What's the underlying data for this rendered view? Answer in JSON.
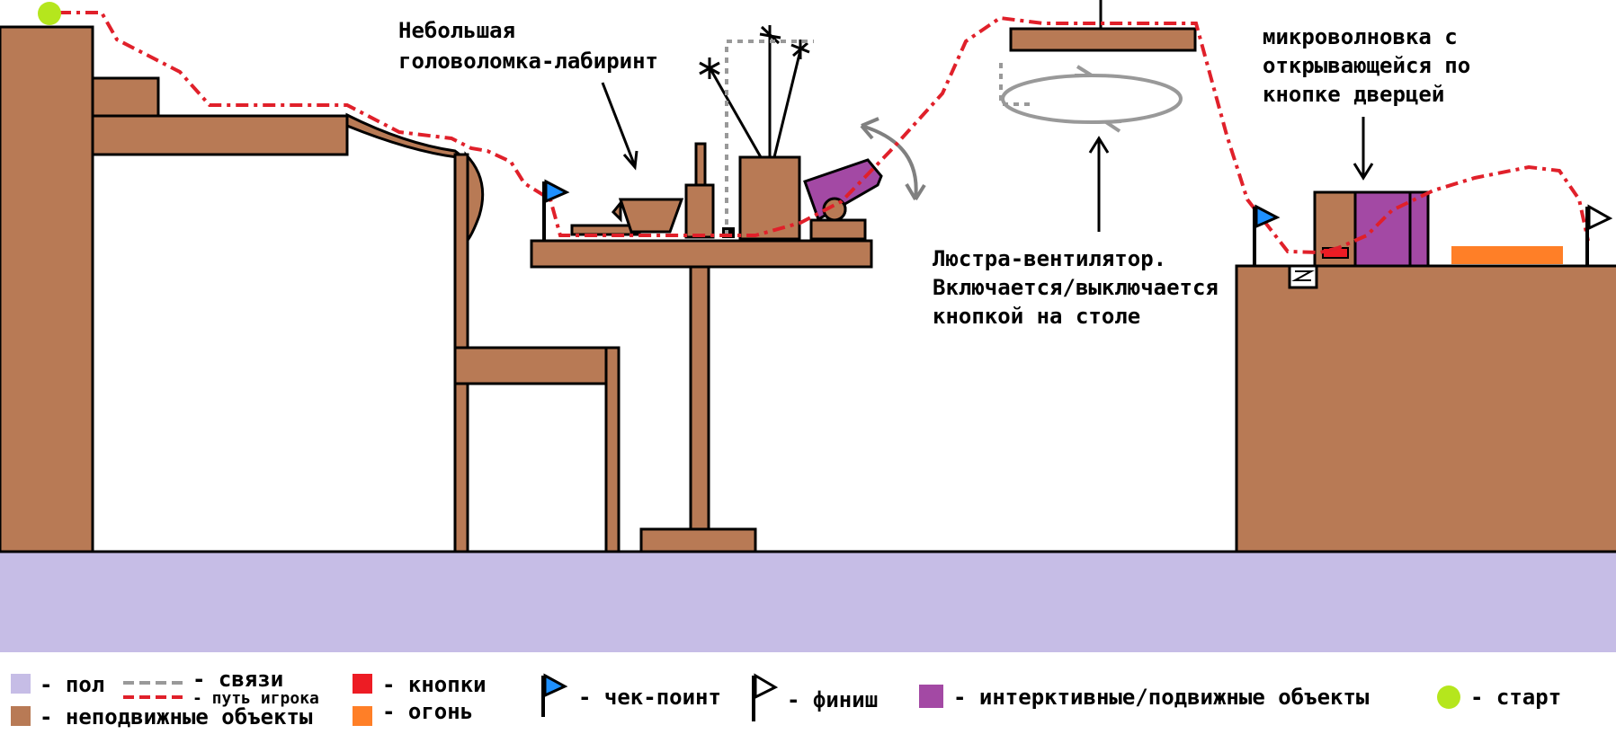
{
  "annotations": {
    "maze_puzzle": [
      "Небольшая",
      "головоломка-лабиринт"
    ],
    "microwave": [
      "микроволновка с",
      "открывающейся по",
      "кнопке дверцей"
    ],
    "fan": [
      "Люстра-вентилятор.",
      "Включается/выключается",
      "кнопкой на столе"
    ]
  },
  "legend": {
    "floor": "- пол",
    "links": "- связи",
    "player_path": "- путь игрока",
    "static_objects": "- неподвижные объекты",
    "buttons": "- кнопки",
    "fire": "- огонь",
    "checkpoint": "- чек-поинт",
    "finish": "- финиш",
    "interactive": "- интерктивные/подвижные объекты",
    "start": "- старт"
  },
  "colors": {
    "floor": "#c6bde6",
    "static": "#b87a55",
    "button": "#ed1c24",
    "fire": "#ff7f27",
    "interactive": "#a349a4",
    "start": "#b5e61d",
    "checkpoint": "#1e90ff",
    "path": "#e0202a",
    "link": "#999999"
  }
}
